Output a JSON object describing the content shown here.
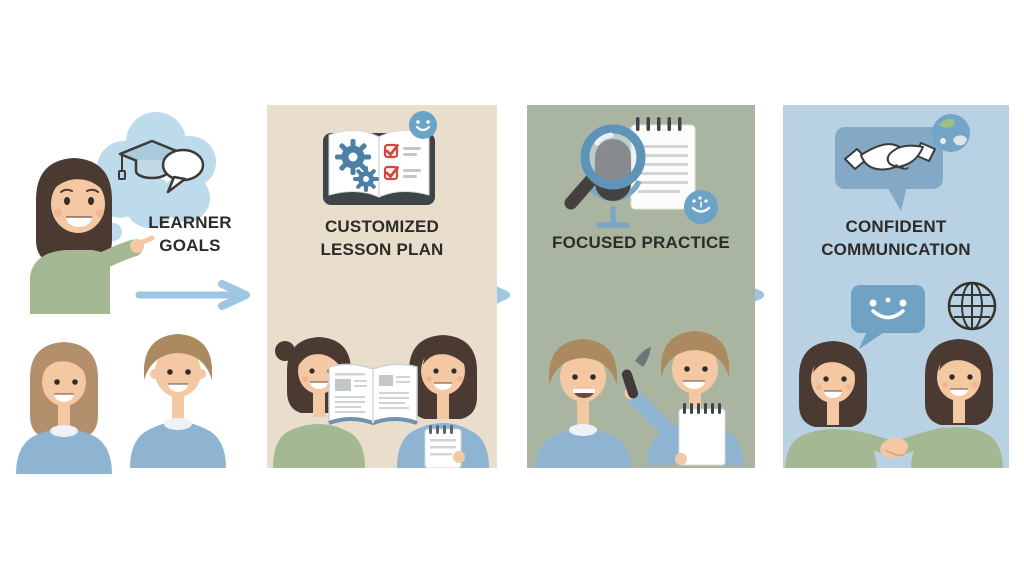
{
  "page": {
    "kind": "process-flow-infographic",
    "stage_count": 4
  },
  "stages": [
    {
      "id": "learner-goals",
      "lines": [
        "LEARNER",
        "GOALS"
      ],
      "icons": [
        "thought-bubble-icon",
        "graduation-cap-icon",
        "speech-bubble-icon"
      ],
      "scene": "teacher pointing at thought bubble; two students below"
    },
    {
      "id": "customized-lesson-plan",
      "lines": [
        "CUSTOMIZED",
        "LESSON PLAN"
      ],
      "icons": [
        "open-book-icon",
        "gear-icon",
        "checklist-icon",
        "smiley-badge-icon"
      ],
      "scene": "two learners sharing an open book and a notepad"
    },
    {
      "id": "focused-practice",
      "lines": [
        "FOCUSED PRACTICE"
      ],
      "icons": [
        "magnifier-icon",
        "microphone-icon",
        "notepad-icon",
        "speech-badge-icon"
      ],
      "scene": "learner speaking into a microphone held by a partner with notepad"
    },
    {
      "id": "confident-communication",
      "lines": [
        "CONFIDENT",
        "COMMUNICATION"
      ],
      "icons": [
        "handshake-bubble-icon",
        "globe-badge-icon",
        "smiley-speech-bubble-icon",
        "globe-outline-icon"
      ],
      "scene": "two people shaking hands"
    }
  ],
  "arrows": [
    {
      "direction": "right"
    },
    {
      "direction": "right"
    },
    {
      "direction": "right"
    }
  ],
  "colors": {
    "canvas_bg": "#ffffff",
    "panel_beige": "#e8decb",
    "panel_green": "#a9b5a1",
    "panel_blue": "#b8d2e3",
    "arrow_blue": "#9cc6e1",
    "label_text": "#2d2b28",
    "bubble_blue": "#bedbec",
    "bubble_mid": "#83a9c6",
    "badge_blue": "#6ba3c6",
    "gear_blue": "#4d80a6",
    "check_red": "#d5473c",
    "stand_blue": "#7ba6c6",
    "skin": "#f3c8a2",
    "blush": "#eda482",
    "hair_dark": "#4a3a31",
    "hair_light": "#b3906b",
    "hair_brown": "#ab8a5f",
    "sweater_blue": "#8fb4d2",
    "top_green": "#a5b894",
    "dark_gray": "#45413e",
    "line_gray": "#d3d5d2",
    "outline_dark": "#3a3a38"
  }
}
